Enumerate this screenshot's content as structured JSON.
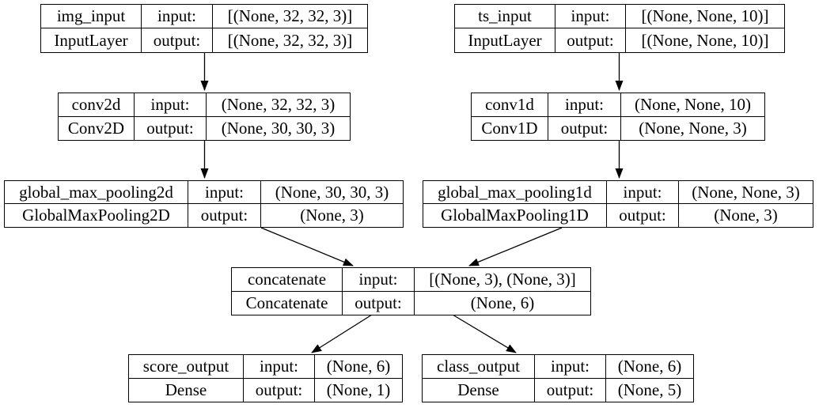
{
  "diagram": {
    "kind": "keras-model-architecture",
    "colors": {
      "background": "#ffffff",
      "border": "#000000",
      "text": "#000000",
      "edge": "#000000"
    },
    "labels": {
      "input": "input:",
      "output": "output:"
    },
    "nodes": [
      {
        "name": "img_input",
        "type": "InputLayer",
        "input_shape": "[(None, 32, 32, 3)]",
        "output_shape": "[(None, 32, 32, 3)]"
      },
      {
        "name": "ts_input",
        "type": "InputLayer",
        "input_shape": "[(None, None, 10)]",
        "output_shape": "[(None, None, 10)]"
      },
      {
        "name": "conv2d",
        "type": "Conv2D",
        "input_shape": "(None, 32, 32, 3)",
        "output_shape": "(None, 30, 30, 3)"
      },
      {
        "name": "conv1d",
        "type": "Conv1D",
        "input_shape": "(None, None, 10)",
        "output_shape": "(None, None, 3)"
      },
      {
        "name": "global_max_pooling2d",
        "type": "GlobalMaxPooling2D",
        "input_shape": "(None, 30, 30, 3)",
        "output_shape": "(None, 3)"
      },
      {
        "name": "global_max_pooling1d",
        "type": "GlobalMaxPooling1D",
        "input_shape": "(None, None, 3)",
        "output_shape": "(None, 3)"
      },
      {
        "name": "concatenate",
        "type": "Concatenate",
        "input_shape": "[(None, 3), (None, 3)]",
        "output_shape": "(None, 6)"
      },
      {
        "name": "score_output",
        "type": "Dense",
        "input_shape": "(None, 6)",
        "output_shape": "(None, 1)"
      },
      {
        "name": "class_output",
        "type": "Dense",
        "input_shape": "(None, 6)",
        "output_shape": "(None, 5)"
      }
    ],
    "edges": [
      {
        "from": "img_input",
        "to": "conv2d"
      },
      {
        "from": "ts_input",
        "to": "conv1d"
      },
      {
        "from": "conv2d",
        "to": "global_max_pooling2d"
      },
      {
        "from": "conv1d",
        "to": "global_max_pooling1d"
      },
      {
        "from": "global_max_pooling2d",
        "to": "concatenate"
      },
      {
        "from": "global_max_pooling1d",
        "to": "concatenate"
      },
      {
        "from": "concatenate",
        "to": "score_output"
      },
      {
        "from": "concatenate",
        "to": "class_output"
      }
    ]
  }
}
